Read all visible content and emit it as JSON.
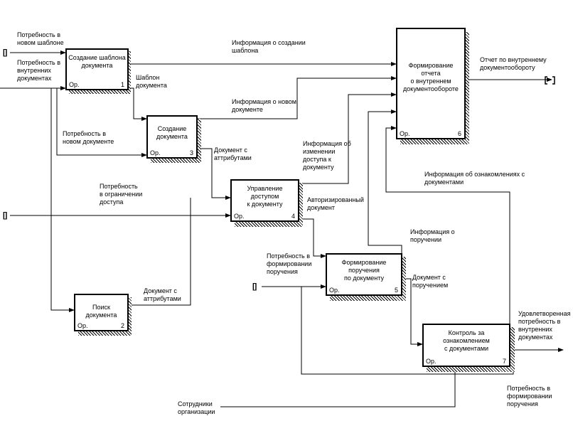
{
  "boxes": [
    {
      "id": "b1",
      "title": "Создание шаблона\nдокумента",
      "op": "Ор.",
      "num": "1"
    },
    {
      "id": "b2",
      "title": "Поиск документа",
      "op": "Ор.",
      "num": "2"
    },
    {
      "id": "b3",
      "title": "Создание\nдокумента",
      "op": "Ор.",
      "num": "3"
    },
    {
      "id": "b4",
      "title": "Управление доступом\nк документу",
      "op": "Ор.",
      "num": "4"
    },
    {
      "id": "b5",
      "title": "Формирование поручения\nпо документу",
      "op": "Ор.",
      "num": "5"
    },
    {
      "id": "b6",
      "title": "Формирование отчета\nо внутреннем\nдокументообороте",
      "op": "Ор.",
      "num": "6"
    },
    {
      "id": "b7",
      "title": "Контроль за ознакомлением\nс документами",
      "op": "Ор.",
      "num": "7"
    }
  ],
  "arrows": [
    {
      "id": "need_template",
      "text": "Потребность в\nновом шаблоне"
    },
    {
      "id": "need_internal_docs",
      "text": "Потребность в\nвнутренних\nдокументах"
    },
    {
      "id": "info_template_created",
      "text": "Информация о создании\nшаблона"
    },
    {
      "id": "template",
      "text": "Шаблон\nдокумента"
    },
    {
      "id": "info_new_doc",
      "text": "Информация о новом\nдокументе"
    },
    {
      "id": "report",
      "text": "Отчет по внутреннему\nдокументообороту"
    },
    {
      "id": "need_new_doc",
      "text": "Потребность в\nновом документе"
    },
    {
      "id": "doc_attrs_1",
      "text": "Документ с\nаттрибутами"
    },
    {
      "id": "info_access_change",
      "text": "Информация об\nизменении\nдоступа к\nдокументу"
    },
    {
      "id": "info_acquaint",
      "text": "Информация об ознакомлениях с\nдокументами"
    },
    {
      "id": "need_access_limit",
      "text": "Потребность\nв ограничении\nдоступа"
    },
    {
      "id": "authorized_doc",
      "text": "Авторизированный\nдокумент"
    },
    {
      "id": "info_order",
      "text": "Информация о\nпоручении"
    },
    {
      "id": "need_order_1",
      "text": "Потребность в\nформировании\nпоручения"
    },
    {
      "id": "doc_with_order",
      "text": "Документ с\nпоручением"
    },
    {
      "id": "doc_attrs_2",
      "text": "Документ с\nаттрибутами"
    },
    {
      "id": "satisfied_need",
      "text": "Удовлетворенная\nпотребность в\nвнутренних\nдокументах"
    },
    {
      "id": "need_order_2",
      "text": "Потребность в\nформировании\nпоручения"
    },
    {
      "id": "staff",
      "text": "Сотрудники\nорганизации"
    }
  ],
  "tunnel_glyph": "[]"
}
